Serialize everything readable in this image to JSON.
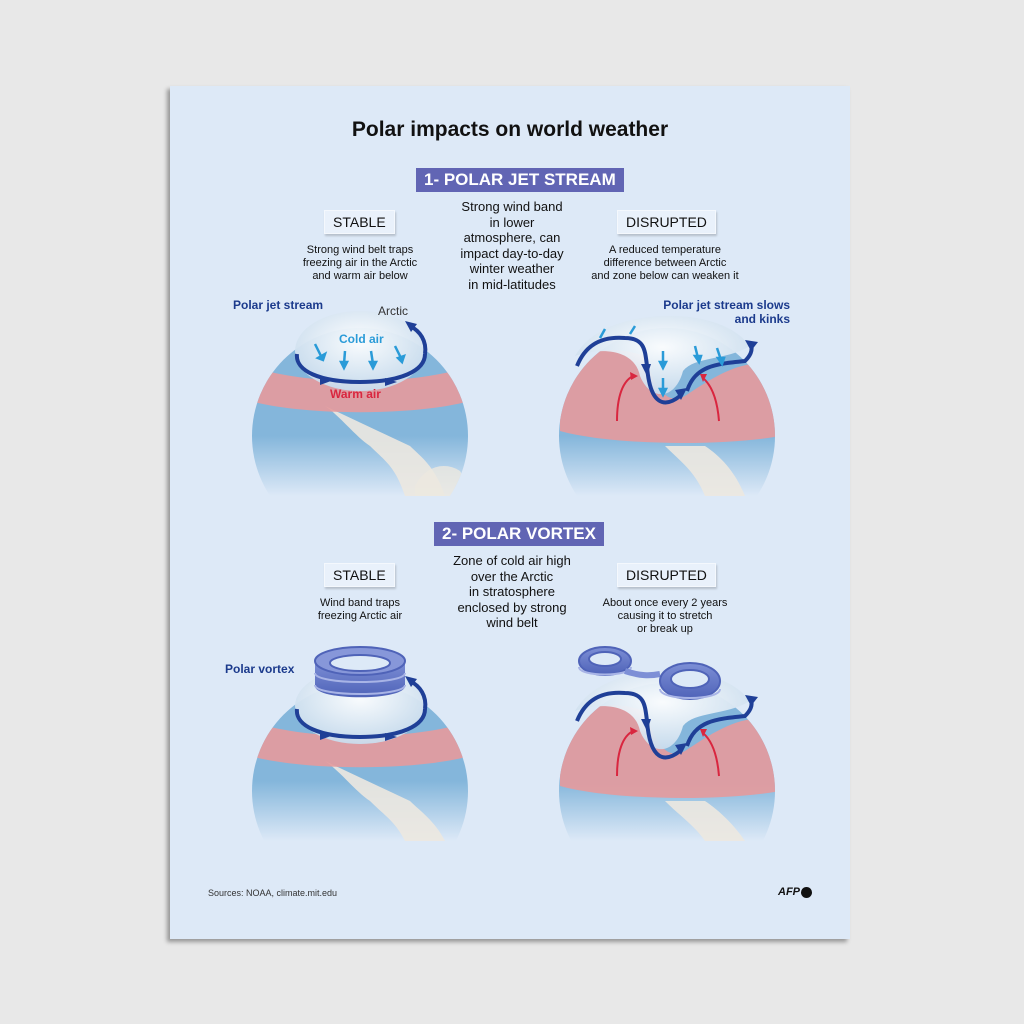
{
  "title": "Polar impacts on world weather",
  "sections": [
    {
      "tag": "1- POLAR JET STREAM",
      "description": [
        "Strong wind band",
        "in lower",
        "atmosphere, can",
        "impact day-to-day",
        "winter weather",
        "in mid-latitudes"
      ],
      "stable": {
        "label": "STABLE",
        "description": [
          "Strong wind belt traps",
          "freezing air in the Arctic",
          "and warm air below"
        ],
        "callout": "Polar jet stream",
        "arctic_label": "Arctic",
        "cold_label": "Cold air",
        "warm_label": "Warm air"
      },
      "disrupted": {
        "label": "DISRUPTED",
        "description": [
          "A reduced temperature",
          "difference between Arctic",
          "and zone below can weaken it"
        ],
        "callout": [
          "Polar jet stream slows",
          "and kinks"
        ]
      }
    },
    {
      "tag": "2- POLAR VORTEX",
      "description": [
        "Zone of cold air high",
        "over the Arctic",
        "in stratosphere",
        "enclosed by strong",
        "wind belt"
      ],
      "stable": {
        "label": "STABLE",
        "description": [
          "Wind band traps",
          "freezing Arctic air"
        ],
        "callout": "Polar vortex"
      },
      "disrupted": {
        "label": "DISRUPTED",
        "description": [
          "About once every 2 years",
          "causing it to stretch",
          "or break up"
        ]
      }
    }
  ],
  "footer": {
    "sources": "Sources: NOAA, climate.mit.edu",
    "logo": "AFP"
  },
  "colors": {
    "poster_bg": "#dde9f7",
    "tag_bg": "#6165b4",
    "jet_stream": "#1f3f97",
    "cold_air": "#2a9bd8",
    "warm_air": "#d9263f",
    "warm_band": "#e59a9c",
    "ocean": "#84b6db",
    "land": "#ece8e0"
  }
}
